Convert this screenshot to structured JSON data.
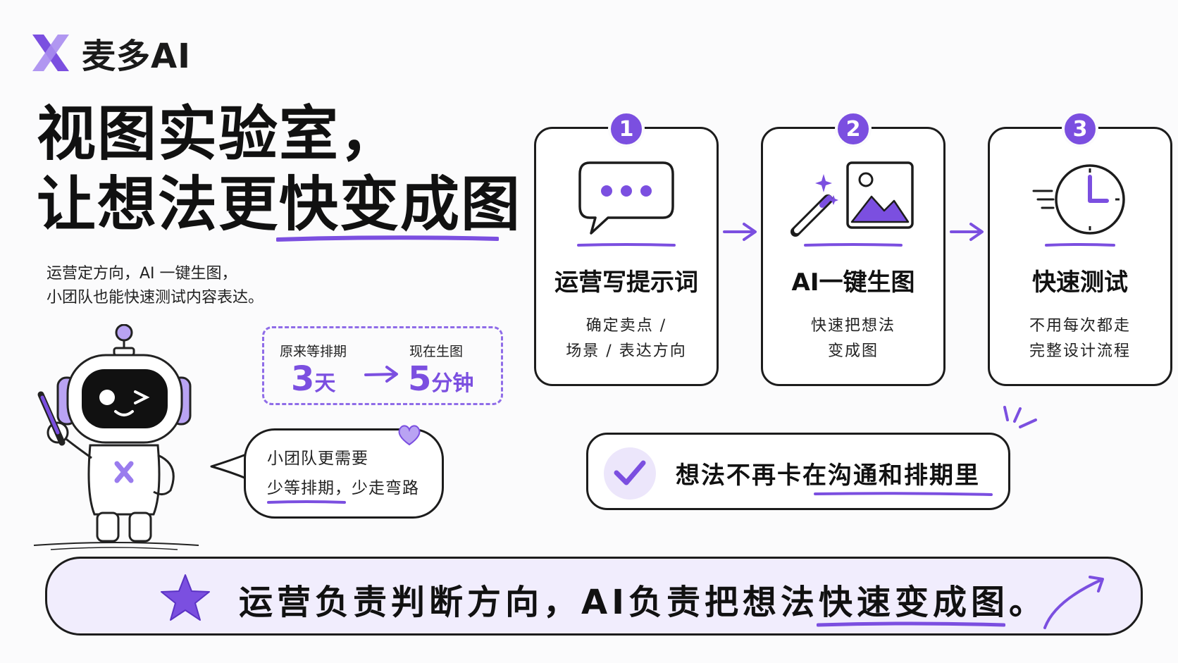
{
  "brand": {
    "name": "麦多AI",
    "accent": "#7b4fe0"
  },
  "headline": {
    "line1": "视图实验室，",
    "line2": "让想法更快变成图"
  },
  "subtitle": {
    "line1": "运营定方向，AI 一键生图，",
    "line2": "小团队也能快速测试内容表达。"
  },
  "timing": {
    "before_label": "原来等排期",
    "before_number": "3",
    "before_unit": "天",
    "after_label": "现在生图",
    "after_number": "5",
    "after_unit": "分钟"
  },
  "bubble": {
    "line1": "小团队更需要",
    "line2": "少等排期，少走弯路"
  },
  "steps": [
    {
      "number": "1",
      "title": "运营写提示词",
      "desc_line1": "确定卖点 /",
      "desc_line2": "场景 / 表达方向",
      "icon": "chat-icon"
    },
    {
      "number": "2",
      "title": "AI一键生图",
      "desc_line1": "快速把想法",
      "desc_line2": "变成图",
      "icon": "magic-image-icon"
    },
    {
      "number": "3",
      "title": "快速测试",
      "desc_line1": "不用每次都走",
      "desc_line2": "完整设计流程",
      "icon": "clock-icon"
    }
  ],
  "check": {
    "text": "想法不再卡在沟通和排期里"
  },
  "banner": {
    "text": "运营负责判断方向，AI负责把想法快速变成图。"
  }
}
